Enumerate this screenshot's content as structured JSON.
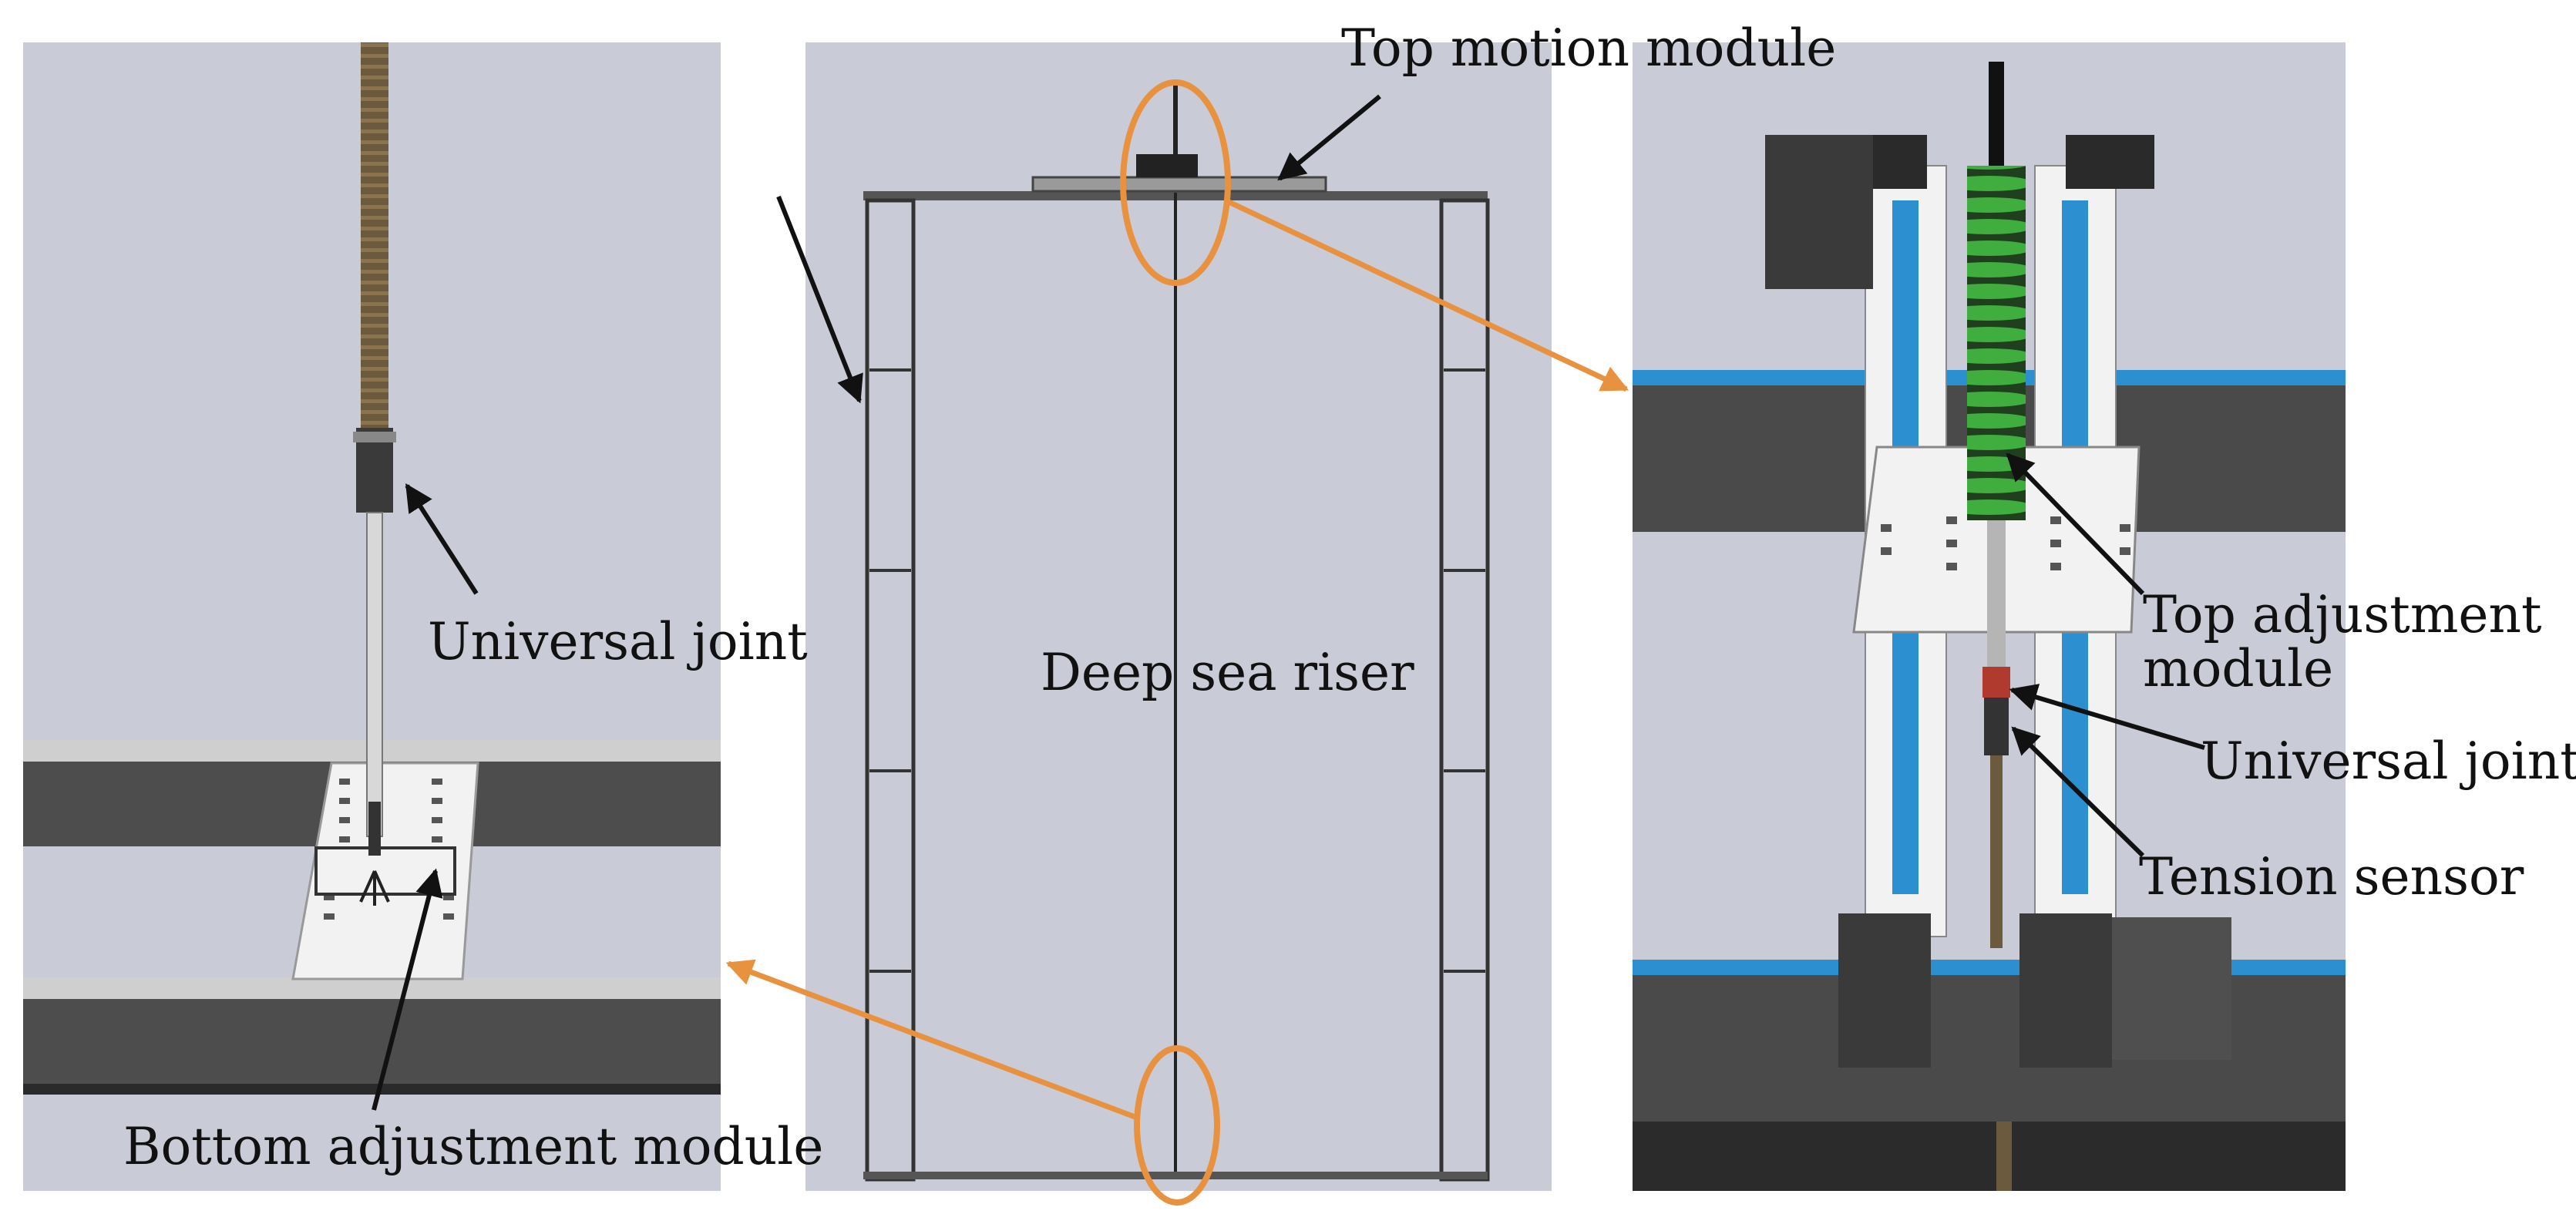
{
  "labels": {
    "top_motion_module": "Top motion module",
    "universal_joint_left": "Universal joint",
    "bottom_adjustment_module": "Bottom adjustment module",
    "deep_sea_riser": "Deep sea riser",
    "top_adjustment_module_line1": "Top adjustment",
    "top_adjustment_module_line2": "module",
    "universal_joint_right": "Universal joint",
    "tension_sensor": "Tension sensor"
  },
  "colors": {
    "panel_bg": "#c9ccd6",
    "highlight_orange": "#e8913f",
    "rail_dark": "#4a4a4a",
    "rail_blue": "#2c8fcf",
    "spring_green": "#3fae3f",
    "plate_white": "#f2f2f2",
    "sensor_red": "#b03a2e"
  }
}
